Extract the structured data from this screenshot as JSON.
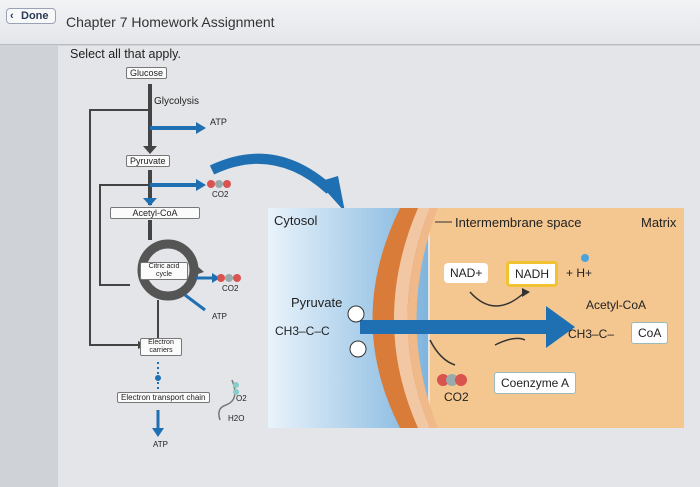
{
  "header": {
    "done_label": "Done",
    "title": "Chapter 7 Homework Assignment"
  },
  "instructions": "Select all that apply.",
  "left_diagram": {
    "glucose": "Glucose",
    "glycolysis": "Glycolysis",
    "atp_top": "ATP",
    "pyruvate": "Pyruvate",
    "co2_1": "CO2",
    "acetyl_coa": "Acetyl-CoA",
    "citric_acid_cycle": "Citric acid cycle",
    "co2_2": "CO2",
    "atp_mid": "ATP",
    "electron_carriers": "Electron carriers",
    "electron_transport_chain": "Electron transport chain",
    "o2": "O2",
    "h2o": "H2O",
    "atp_bottom": "ATP"
  },
  "main_diagram": {
    "cytosol": "Cytosol",
    "intermembrane_space": "Intermembrane space",
    "matrix": "Matrix",
    "nad_plus": "NAD+",
    "nadh": "NADH",
    "h_plus": "+ H+",
    "pyruvate": "Pyruvate",
    "pyruvate_formula": "CH3–C–C",
    "acetyl_coa": "Acetyl-CoA",
    "acetyl_formula": "CH3–C–",
    "coa": "CoA",
    "coenzyme_a": "Coenzyme A",
    "co2": "CO2"
  },
  "colors": {
    "cytosol_blue": "#7fb5de",
    "membrane_outer": "#d97c3a",
    "intermembrane": "#f2c7a3",
    "matrix": "#f4c690",
    "arrow_blue": "#1f6fb3",
    "nadh_border": "#f1c232"
  }
}
